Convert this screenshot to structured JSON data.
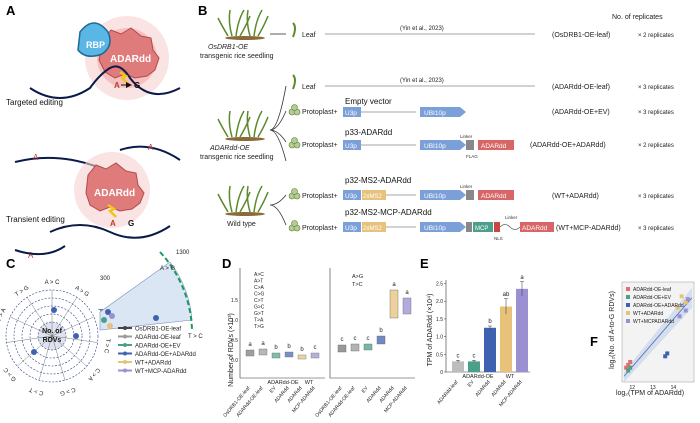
{
  "panel_labels": {
    "a": "A",
    "b": "B",
    "c": "C",
    "d": "D",
    "e": "E",
    "f": "F"
  },
  "panel_a": {
    "targeted": "Targeted editing",
    "transient": "Transient editing",
    "rbp": "RBP",
    "adardd": "ADARdd",
    "a": "A",
    "g": "G"
  },
  "panel_b": {
    "header_replicates": "No. of replicates",
    "rows": [
      {
        "plant": "OsDRB1-OE",
        "sub": "transgenic rice seedling",
        "sample": "Leaf",
        "note": "(Yin et al., 2023)",
        "label": "(OsDRB1-OE-leaf)",
        "rep": "× 2 replicates"
      },
      {
        "sample": "Leaf",
        "note": "(Yin et al., 2023)",
        "label": "(ADARdd-OE-leaf)",
        "rep": "× 3 replicates"
      },
      {
        "plant": "ADARdd-OE",
        "sub": "transgenic rice seedling",
        "sample": "Protoplast+",
        "construct": "Empty vector",
        "label": "(ADARdd-OE+EV)",
        "rep": "× 3 replicates"
      },
      {
        "sample": "Protoplast+",
        "construct": "p33-ADARdd",
        "label": "(ADARdd-OE+ADARdd)",
        "rep": "× 2 replicates"
      },
      {
        "plant": "Wild type",
        "sample": "Protoplast+",
        "construct": "p32-MS2-ADARdd",
        "label": "(WT+ADARdd)",
        "rep": "× 3 replicates"
      },
      {
        "sample": "Protoplast+",
        "construct": "p32-MS2-MCP-ADARdd",
        "label": "(WT+MCP-ADARdd)",
        "rep": "× 3 replicates"
      }
    ],
    "parts": {
      "u3p": "U3p",
      "ubi": "UBI10p",
      "ms2": "2xMS2",
      "adardd": "ADARdd",
      "mcp": "MCP",
      "linker": "Linker",
      "flag": "FLAG",
      "nls": "NLS"
    }
  },
  "panel_c": {
    "center": "No. of\nRDVs",
    "center_l1": "No. of",
    "center_l2": "RDVs",
    "ring_300": "300",
    "ring_1300": "1300",
    "axes": [
      "A > C",
      "A > G",
      "A > T",
      "T > C",
      "C > A",
      "C > G",
      "C > T",
      "G > C",
      "G > T",
      "T > A",
      "T > G"
    ],
    "legend": [
      {
        "label": "OsDRB1-OE-leaf",
        "color": "#444444"
      },
      {
        "label": "ADARdd-OE-leaf",
        "color": "#9a9a9a"
      },
      {
        "label": "ADARdd-OE+EV",
        "color": "#4aa08a"
      },
      {
        "label": "ADARdd-OE+ADARdd",
        "color": "#3f62b0"
      },
      {
        "label": "WT+ADARdd",
        "color": "#e8c27a"
      },
      {
        "label": "WT+MCP-ADARdd",
        "color": "#9a90d2"
      }
    ]
  },
  "panel_d": {
    "ylabel": "Number of RDVs (×10³)",
    "legend_left": [
      "A>C",
      "A>T",
      "C>A",
      "C>G",
      "C>T",
      "G>C",
      "G>T",
      "T>A",
      "T>G"
    ],
    "legend_right": [
      "A>G",
      "T>C"
    ],
    "sig_left": [
      "a",
      "a",
      "b",
      "b",
      "b",
      "c"
    ],
    "sig_right": [
      "c",
      "c",
      "c",
      "b",
      "a",
      "a"
    ],
    "xcats": [
      "OsDRB1-OE-leaf",
      "ADARdd-OE-leaf",
      "EV",
      "ADARdd",
      "ADARdd",
      "MCP-ADARdd"
    ],
    "groups": [
      "ADARdd-OE",
      "WT"
    ]
  },
  "panel_e": {
    "ylabel": "TPM of ADARdd (×10⁴)",
    "yticks": [
      "0",
      "0.5",
      "1.0",
      "1.5",
      "2.0",
      "2.5"
    ],
    "xcats": [
      "ADARdd-leaf",
      "EV",
      "ADARdd",
      "ADARdd",
      "MCP-ADARdd"
    ],
    "groups": [
      "ADARdd-OE",
      "WT"
    ],
    "sig": [
      "c",
      "c",
      "b",
      "ab",
      "a"
    ]
  },
  "panel_f": {
    "xlabel": "log₂(TPM of ADARdd)",
    "ylabel": "log₂(No. of A-to-G RDVs)",
    "xticks": [
      "12",
      "13",
      "14"
    ],
    "legend": [
      {
        "label": "ADARdd-OE-leaf",
        "color": "#e07070"
      },
      {
        "label": "ADARdd-OE+EV",
        "color": "#4aa08a"
      },
      {
        "label": "ADARdd-OE+ADARdd",
        "color": "#3f62b0"
      },
      {
        "label": "WT+ADARdd",
        "color": "#e8c27a"
      },
      {
        "label": "WT+MCPADARdd",
        "color": "#9a90d2"
      }
    ]
  },
  "chart_data": [
    {
      "type": "bar",
      "id": "E",
      "categories": [
        "ADARdd-leaf",
        "EV",
        "ADARdd",
        "ADARdd",
        "MCP-ADARdd"
      ],
      "values": [
        0.3,
        0.3,
        1.25,
        1.85,
        2.35
      ],
      "errors": [
        0.03,
        0.03,
        0.05,
        0.22,
        0.2
      ],
      "colors": [
        "#bdbdbd",
        "#4aa08a",
        "#3f62b0",
        "#e8c27a",
        "#9a90d2"
      ],
      "ylabel": "TPM of ADARdd (×10⁴)",
      "ylim": [
        0,
        2.6
      ]
    },
    {
      "type": "scatter",
      "id": "F",
      "series": [
        {
          "name": "ADARdd-OE-leaf",
          "points": [
            [
              11.7,
              9.5
            ],
            [
              11.8,
              9.6
            ],
            [
              11.9,
              9.7
            ]
          ]
        },
        {
          "name": "ADARdd-OE+EV",
          "points": [
            [
              11.8,
              9.4
            ],
            [
              11.9,
              9.5
            ]
          ]
        },
        {
          "name": "ADARdd-OE+ADARdd",
          "points": [
            [
              13.6,
              9.9
            ],
            [
              13.7,
              10.0
            ]
          ]
        },
        {
          "name": "WT+ADARdd",
          "points": [
            [
              14.2,
              11.6
            ],
            [
              14.4,
              12.0
            ],
            [
              14.6,
              11.8
            ]
          ]
        },
        {
          "name": "WT+MCPADARdd",
          "points": [
            [
              14.3,
              11.3
            ],
            [
              14.6,
              11.5
            ],
            [
              14.7,
              11.9
            ]
          ]
        }
      ],
      "xlim": [
        11.5,
        15
      ],
      "ylim": [
        9,
        12.5
      ]
    }
  ]
}
